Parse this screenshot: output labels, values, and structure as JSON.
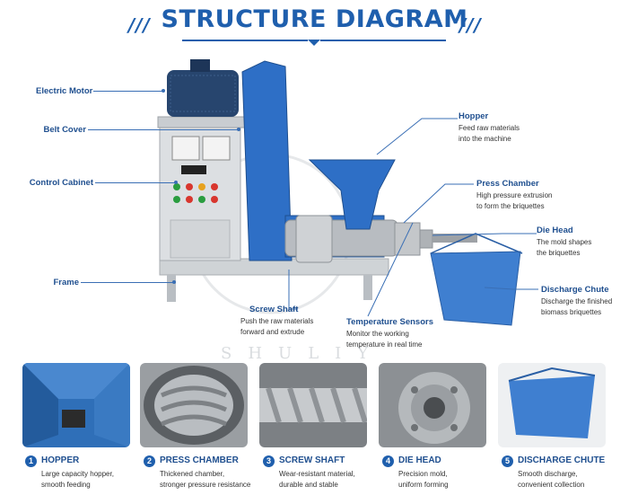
{
  "header": {
    "title": "STRUCTURE DIAGRAM"
  },
  "watermark": "SHULIY",
  "labels_left": [
    {
      "name": "Electric Motor"
    },
    {
      "name": "Belt Cover"
    },
    {
      "name": "Control Cabinet"
    },
    {
      "name": "Frame"
    }
  ],
  "labels_right": [
    {
      "name": "Hopper",
      "desc1": "Feed raw materials",
      "desc2": "into the machine"
    },
    {
      "name": "Press Chamber",
      "desc1": "High pressure extrusion",
      "desc2": "to form the briquettes"
    },
    {
      "name": "Die Head",
      "desc1": "The mold shapes",
      "desc2": "the briquettes"
    },
    {
      "name": "Discharge Chute",
      "desc1": "Discharge the finished",
      "desc2": "biomass briquettes"
    }
  ],
  "labels_bottom": [
    {
      "name": "Screw Shaft",
      "desc1": "Push the raw materials",
      "desc2": "forward and extrude"
    },
    {
      "name": "Temperature Sensors",
      "desc1": "Monitor the working",
      "desc2": "temperature in real time"
    }
  ],
  "parts": [
    {
      "num": "1",
      "title": "HOPPER",
      "desc1": "Large capacity hopper,",
      "desc2": "smooth feeding"
    },
    {
      "num": "2",
      "title": "PRESS CHAMBER",
      "desc1": "Thickened chamber,",
      "desc2": "stronger pressure resistance"
    },
    {
      "num": "3",
      "title": "SCREW SHAFT",
      "desc1": "Wear-resistant material,",
      "desc2": "durable and stable"
    },
    {
      "num": "4",
      "title": "DIE HEAD",
      "desc1": "Precision mold,",
      "desc2": "uniform forming"
    },
    {
      "num": "5",
      "title": "DISCHARGE CHUTE",
      "desc1": "Smooth discharge,",
      "desc2": "convenient collection"
    }
  ],
  "colors": {
    "brand_blue": "#1f5fad",
    "machine_blue": "#2e6fc6",
    "cabinet_gray": "#dcdfe2"
  }
}
